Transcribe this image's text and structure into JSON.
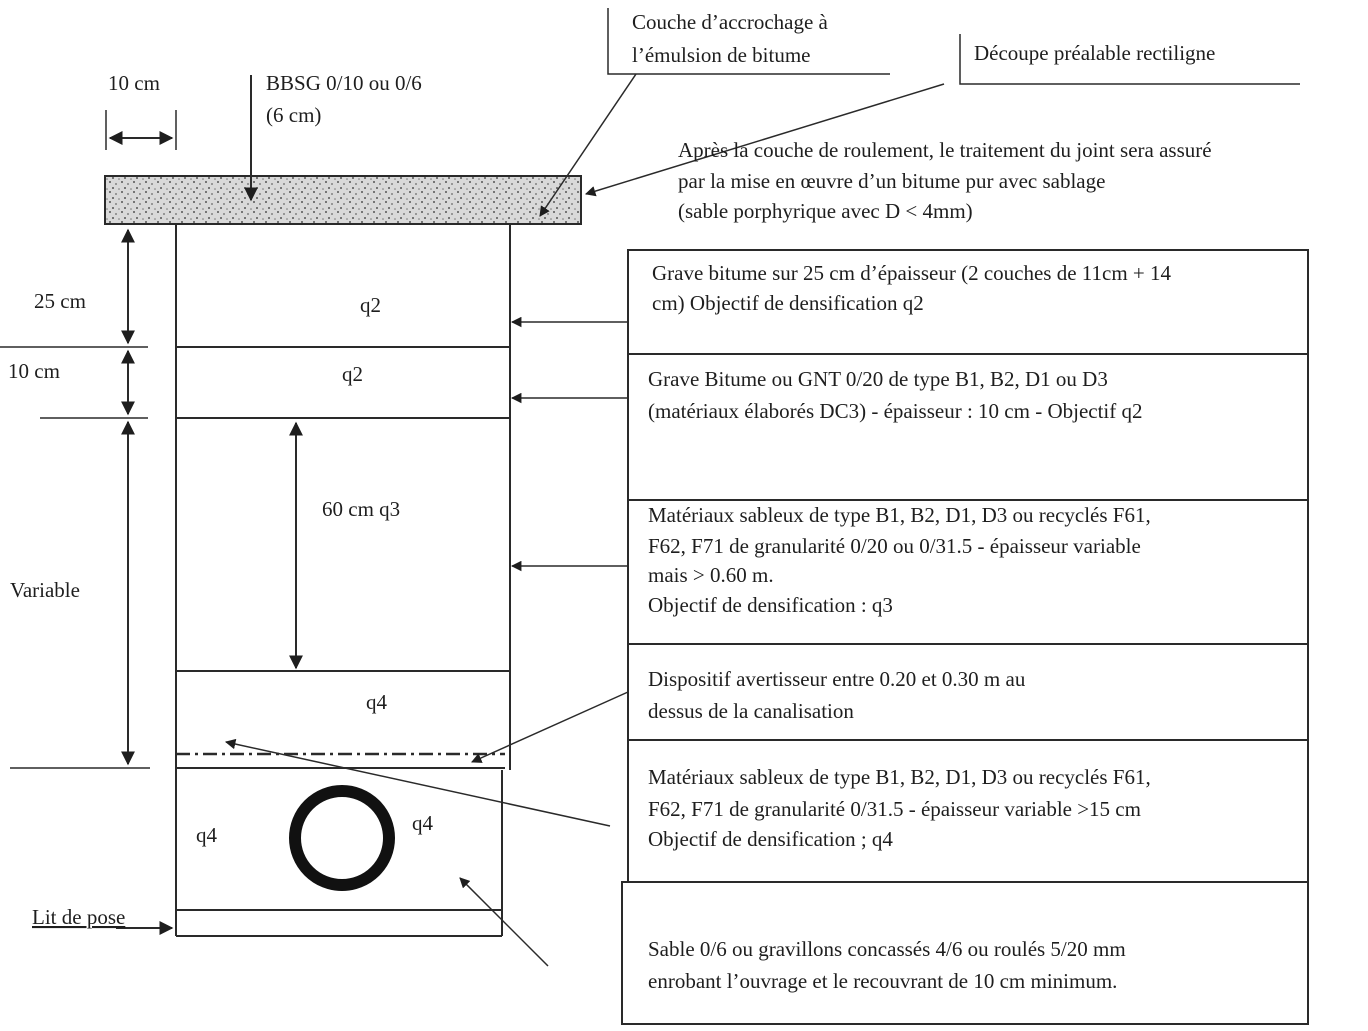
{
  "dimensions": {
    "lateral_overlap": "10 cm",
    "grave_bitume_thickness": "25 cm",
    "second_layer_thickness": "10 cm",
    "variable_zone": "Variable",
    "min_fill": "60 cm q3"
  },
  "top_labels": {
    "bbsg_line1": "BBSG 0/10 ou 0/6",
    "bbsg_line2": "(6 cm)",
    "tack_coat_line1": "Couche d’accrochage à",
    "tack_coat_line2": "l’émulsion de bitume",
    "precut": "Découpe préalable rectiligne",
    "joint_line1": "Après la couche de roulement, le traitement du joint sera assuré",
    "joint_line2": "par la mise en œuvre d’un bitume pur avec sablage",
    "joint_line3": "(sable porphyrique avec D < 4mm)"
  },
  "layer_labels": {
    "layer1": "q2",
    "layer2": "q2",
    "layer4": "q4",
    "pipe_left": "q4",
    "pipe_right": "q4",
    "bedding": "Lit de pose"
  },
  "boxes": [
    {
      "line1": "Grave bitume sur 25 cm d’épaisseur (2 couches de 11cm + 14",
      "line2": "cm)     Objectif de densification q2",
      "line3": "",
      "line4": ""
    },
    {
      "line1": "Grave Bitume ou GNT 0/20 de type B1, B2, D1 ou D3",
      "line2": "(matériaux élaborés DC3) - épaisseur : 10 cm - Objectif q2",
      "line3": "",
      "line4": ""
    },
    {
      "line1": "Matériaux sableux de type B1, B2, D1, D3 ou recyclés F61,",
      "line2": "F62, F71 de granularité 0/20 ou 0/31.5  - épaisseur variable",
      "line3": "mais > 0.60 m.",
      "line4": "Objectif de densification : q3"
    },
    {
      "line1": "Dispositif avertisseur entre 0.20 et 0.30 m au",
      "line2": "dessus de la canalisation",
      "line3": "",
      "line4": ""
    },
    {
      "line1": "Matériaux sableux de type B1, B2, D1, D3 ou recyclés F61,",
      "line2": "F62, F71 de granularité 0/31.5  - épaisseur variable >15 cm",
      "line3": "Objectif de densification ; q4",
      "line4": ""
    },
    {
      "line1": "Sable 0/6 ou gravillons concassés 4/6 ou roulés 5/20 mm",
      "line2": "enrobant l’ouvrage et le recouvrant de 10 cm minimum.",
      "line3": "",
      "line4": ""
    }
  ],
  "colors": {
    "ink": "#1e1e1e",
    "surface_fill": "#d9d9d9",
    "pipe": "#111111"
  }
}
